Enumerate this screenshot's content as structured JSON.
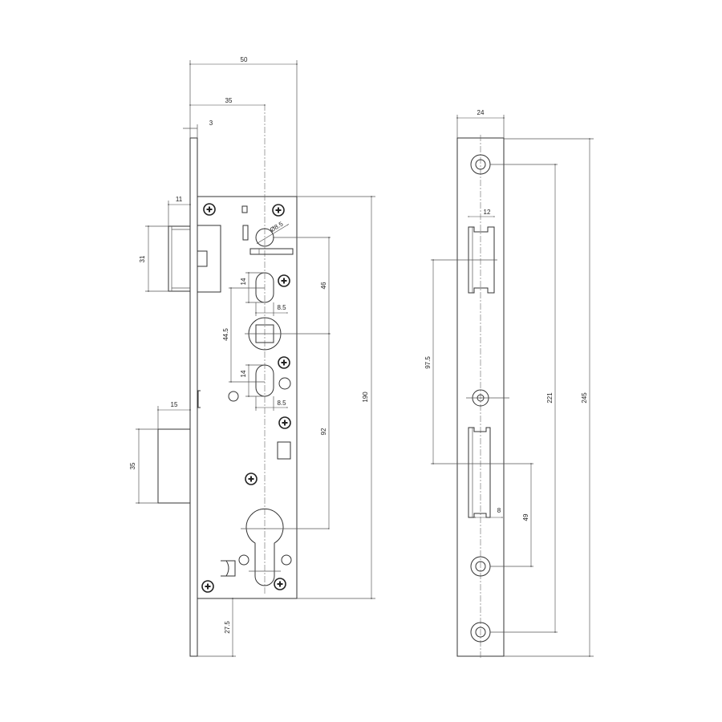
{
  "front_view": {
    "dims": {
      "width_total": "50",
      "backset": "35",
      "faceplate_thickness": "3",
      "latch_projection": "11",
      "latch_height": "31",
      "bolt_projection": "15",
      "bolt_height": "35",
      "hole_diameter": "Ø8.5",
      "slot_height_upper": "14",
      "slot_width_upper": "8.5",
      "slot_height_lower": "14",
      "slot_width_lower": "8.5",
      "slot_spacing": "44.5",
      "hole_to_follower": "46",
      "follower_to_cylinder": "92",
      "case_height": "190",
      "bottom_offset": "27.5"
    }
  },
  "strike_view": {
    "dims": {
      "width": "24",
      "latch_slot_width": "12",
      "slot_spacing": "97.5",
      "bolt_slot_width": "8",
      "bolt_slot_height": "49",
      "hole_spacing": "221",
      "total_height": "245"
    }
  }
}
